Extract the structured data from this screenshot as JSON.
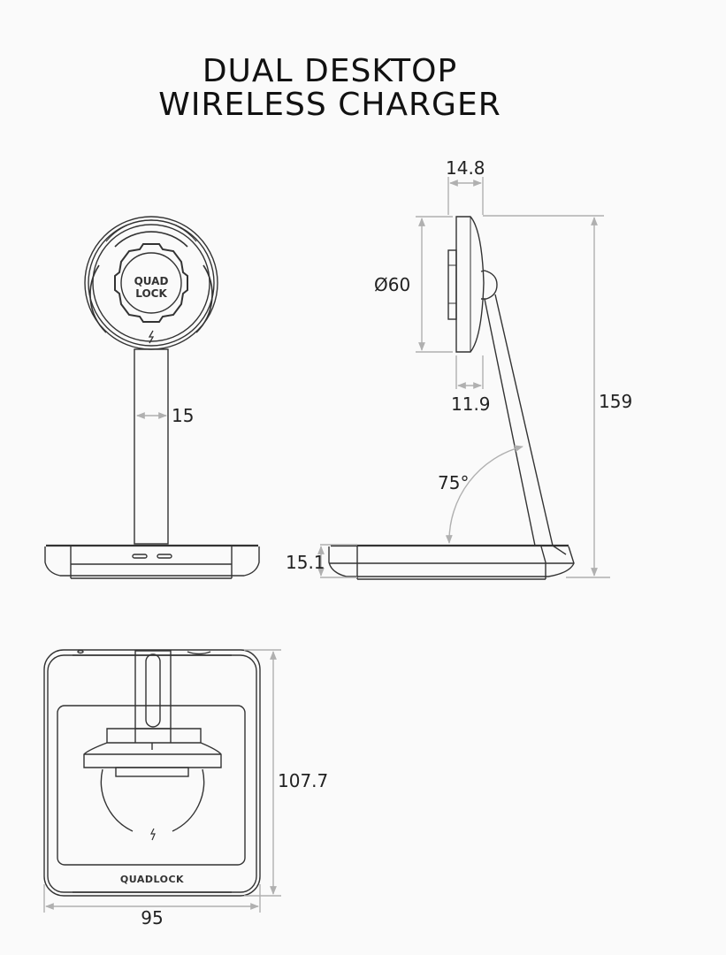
{
  "title": {
    "line1": "DUAL DESKTOP",
    "line2": "WIRELESS CHARGER"
  },
  "colors": {
    "background": "#fafafa",
    "outline": "#333333",
    "dimension_line": "#b0b0b0",
    "text": "#222222"
  },
  "views": {
    "front": {
      "logo_top": "QUAD",
      "logo_bottom": "LOCK",
      "stem_width_label": "15",
      "charging_icon": "lightning-bolt"
    },
    "side": {
      "head_thickness_label": "14.8",
      "head_diameter_label": "Ø60",
      "head_body_label": "11.9",
      "total_height_label": "159",
      "angle_label": "75°",
      "base_height_label": "15.1"
    },
    "top": {
      "depth_label": "107.7",
      "width_label": "95",
      "brand_label": "QUADLOCK",
      "charging_icon": "lightning-bolt"
    }
  }
}
